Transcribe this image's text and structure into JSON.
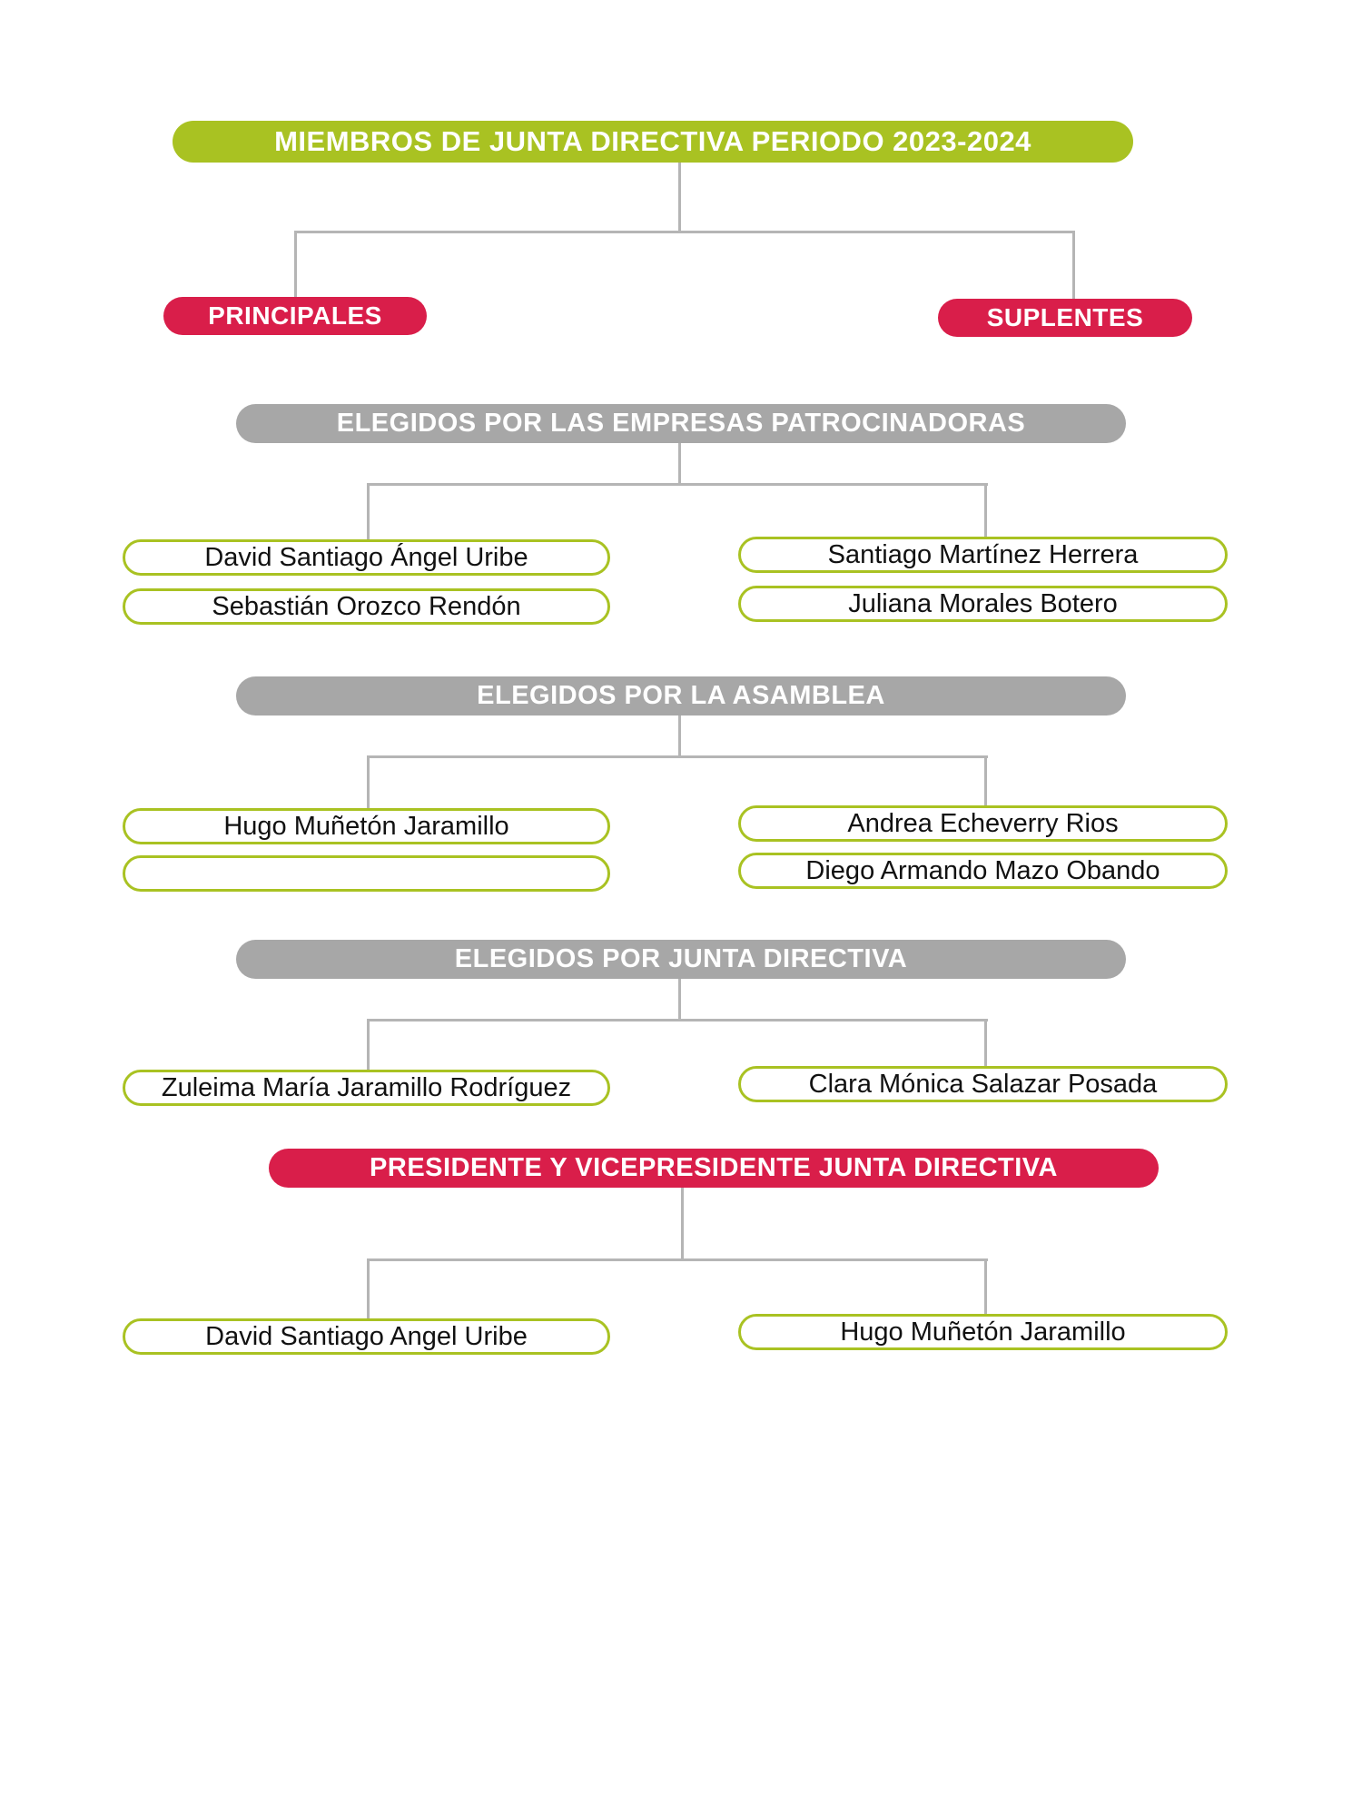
{
  "title": "MIEMBROS DE JUNTA DIRECTIVA PERIODO 2023-2024",
  "columns": {
    "left": "PRINCIPALES",
    "right": "SUPLENTES"
  },
  "sections": [
    {
      "header": "ELEGIDOS POR LAS EMPRESAS PATROCINADORAS",
      "style": "gray",
      "left": [
        "David Santiago Ángel Uribe",
        "Sebastián Orozco Rendón"
      ],
      "right": [
        "Santiago Martínez Herrera",
        "Juliana Morales Botero"
      ]
    },
    {
      "header": "ELEGIDOS POR LA ASAMBLEA",
      "style": "gray",
      "left": [
        "Hugo Muñetón Jaramillo",
        ""
      ],
      "right": [
        "Andrea Echeverry Rios",
        "Diego Armando Mazo Obando"
      ]
    },
    {
      "header": "ELEGIDOS POR JUNTA DIRECTIVA",
      "style": "gray",
      "left": [
        "Zuleima María Jaramillo Rodríguez"
      ],
      "right": [
        "Clara Mónica Salazar Posada"
      ]
    },
    {
      "header": "PRESIDENTE Y VICEPRESIDENTE JUNTA DIRECTIVA",
      "style": "red",
      "left": [
        "David Santiago Angel Uribe"
      ],
      "right": [
        "Hugo Muñetón Jaramillo"
      ]
    }
  ],
  "colors": {
    "green": "#a9c222",
    "red": "#d91e4a",
    "gray": "#a7a7a7",
    "line": "#b5b5b5"
  }
}
